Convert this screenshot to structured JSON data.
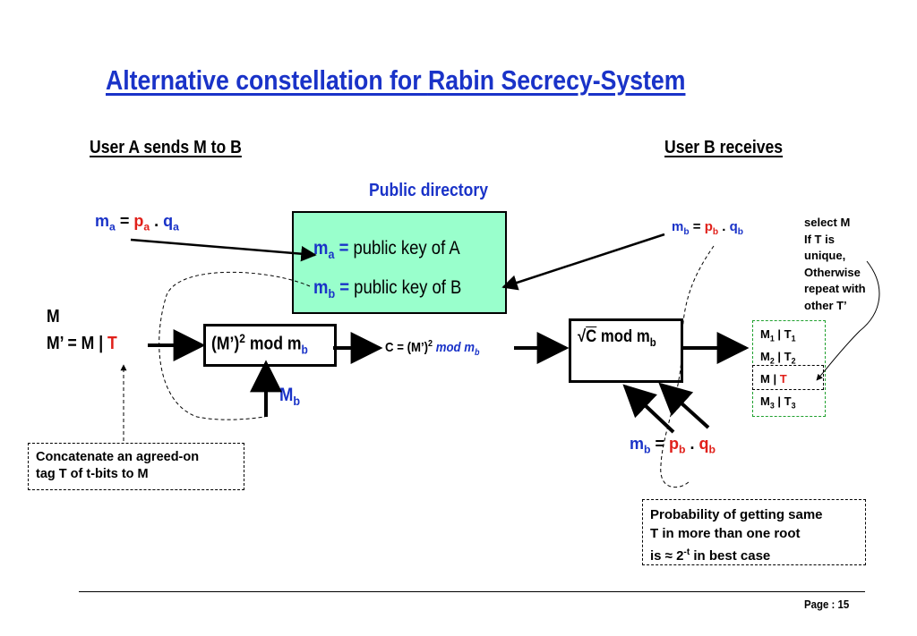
{
  "title": {
    "part1": "Alternative constellation for ",
    "part2": "Rabin Secrecy-System"
  },
  "headers": {
    "user_a": "User A sends M  to B",
    "user_b": "User B receives"
  },
  "public_directory": {
    "label": "Public directory",
    "entry_a": {
      "var": "m",
      "sub": "a",
      "eq": " = ",
      "text": "public key of A"
    },
    "entry_b": {
      "var": "m",
      "sub": "b",
      "eq": " = ",
      "text": "public key of B"
    }
  },
  "key_a": {
    "m": "m",
    "m_sub": "a",
    "eq": " = ",
    "p": "p",
    "p_sub": "a",
    "dot": " . ",
    "q": "q",
    "q_sub": "a"
  },
  "key_b_top": {
    "m": "m",
    "m_sub": "b",
    "eq": " = ",
    "p": "p",
    "p_sub": "b",
    "dot": " . ",
    "q": "q",
    "q_sub": "b"
  },
  "key_b_bottom": {
    "m": "m",
    "m_sub": "b",
    "eq": " = ",
    "p": "p",
    "p_sub": "b",
    "dot": " . ",
    "q": "q",
    "q_sub": "b"
  },
  "message": {
    "m": "M",
    "m_prime": "M’ = M | ",
    "tag": "T"
  },
  "encrypt_box": {
    "base": "(M’)",
    "exp": "2",
    "mod": " mod m",
    "sub": "b"
  },
  "mb_input": {
    "var": "M",
    "sub": "b"
  },
  "ciphertext": {
    "prefix": "C = (M’)",
    "exp": "2",
    "mod": " mod m",
    "sub": "b"
  },
  "decrypt_box": {
    "root": "√",
    "c": "C",
    "mod": " mod m",
    "sub": "b"
  },
  "candidates": [
    {
      "m": "M",
      "m_sub": "1",
      "sep": " | ",
      "t": "T",
      "t_sub": "1"
    },
    {
      "m": "M",
      "m_sub": "2",
      "sep": " | ",
      "t": "T",
      "t_sub": "2"
    },
    {
      "m": "M",
      "m_sub": "",
      "sep": "  | ",
      "t": "T",
      "t_sub": ""
    },
    {
      "m": "M",
      "m_sub": "3",
      "sep": " | ",
      "t": "T",
      "t_sub": "3"
    }
  ],
  "select_note": [
    "select M",
    "If T is",
    "unique,",
    "Otherwise",
    "repeat with",
    "other T’"
  ],
  "concat_note": [
    "Concatenate an agreed-on",
    "tag T of t-bits to M"
  ],
  "prob_note": {
    "line1": "Probability of getting same",
    "line2": "T in more than one root",
    "line3_prefix": "is   ≈ 2",
    "line3_exp": "-t",
    "line3_suffix": "  in best case"
  },
  "footer": {
    "page_label": "Page :  15"
  },
  "colors": {
    "blue": "#1a33c8",
    "red": "#e0201a",
    "green_box": "#99ffcc",
    "candidate_border": "#1fa02e"
  }
}
